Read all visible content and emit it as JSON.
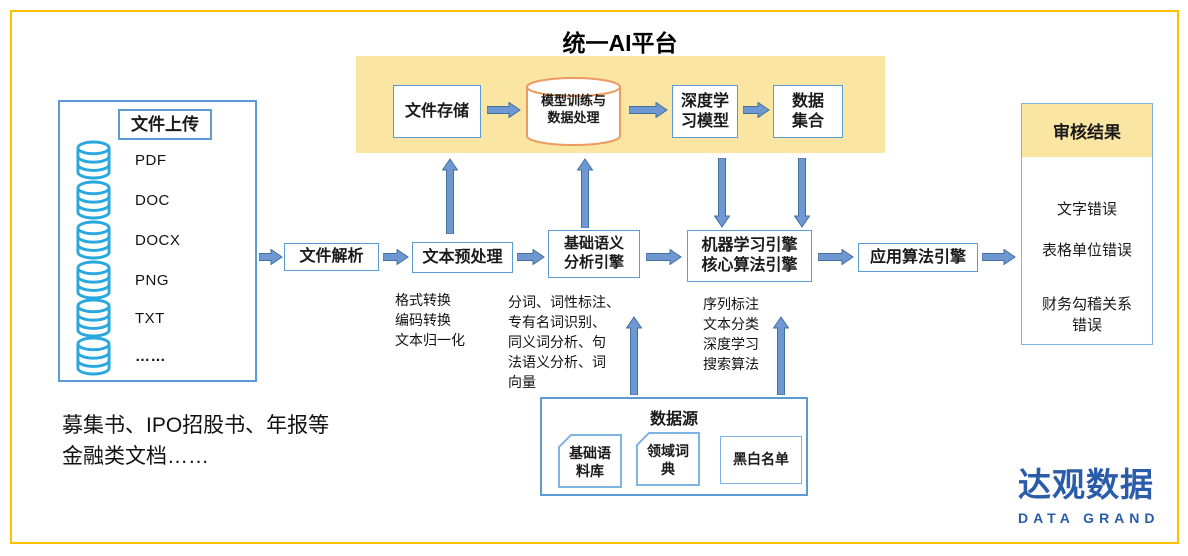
{
  "title": "统一AI平台",
  "colors": {
    "frame_border": "#FFC000",
    "platform_fill": "#FBE5A3",
    "box_border": "#5B9BD5",
    "light_border": "#7FB2E5",
    "arrow_fill": "#6F97D2",
    "arrow_stroke": "#41719C",
    "db_icon": "#29A8E0",
    "cylinder_stroke": "#ED9A5F",
    "logo_blue": "#2A5CAA"
  },
  "platform": {
    "file_storage": "文件存储",
    "model_training": "模型训练与\n数据处理",
    "deep_learning": "深度学\n习模型",
    "data_collection": "数据\n集合"
  },
  "upload": {
    "title": "文件上传",
    "items": [
      "PDF",
      "DOC",
      "DOCX",
      "PNG",
      "TXT",
      "……"
    ]
  },
  "pipeline": {
    "file_parsing": "文件解析",
    "preprocess": "文本预处理",
    "preprocess_notes": "格式转换\n编码转换\n文本归一化",
    "semantic_engine": "基础语义\n分析引擎",
    "semantic_notes": "分词、词性标注、\n专有名词识别、\n同义词分析、句\n法语义分析、词\n向量",
    "ml_engine": "机器学习引擎\n核心算法引擎",
    "ml_notes": "序列标注\n文本分类\n深度学习\n搜索算法",
    "app_engine": "应用算法引擎"
  },
  "datasource": {
    "title": "数据源",
    "cards": [
      "基础语\n料库",
      "领域词\n典",
      "黑白名单"
    ]
  },
  "results": {
    "title": "审核结果",
    "items": [
      "文字错误",
      "表格单位错误",
      "财务勾稽关系错误"
    ]
  },
  "caption": "募集书、IPO招股书、年报等\n金融类文档……",
  "logo": {
    "cn": "达观数据",
    "en": "DATA GRAND"
  }
}
